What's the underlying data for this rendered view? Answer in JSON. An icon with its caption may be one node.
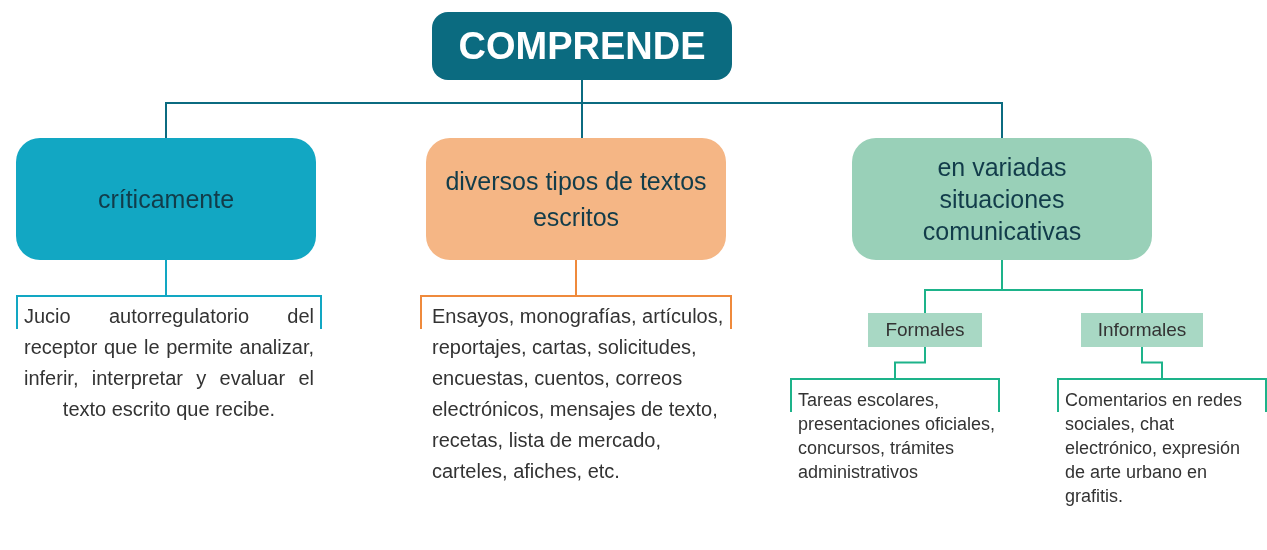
{
  "diagram": {
    "nodes": [
      {
        "text": [
          "COMPRENDE"
        ]
      },
      {
        "text": [
          "críticamente"
        ]
      },
      {
        "text": [
          "diversos tipos de textos escritos"
        ]
      },
      {
        "text": [
          "en variadas situaciones comunicativas"
        ]
      },
      {
        "text": [
          "Jucio autorregulatorio del receptor que le permite analizar, inferir, interpretar y evaluar el texto escrito que recibe."
        ]
      },
      {
        "text": [
          "Ensayos, monografías, artículos, reportajes, cartas, solicitudes, encuestas, cuentos, correos electrónicos, mensajes de texto, recetas, lista de mercado, carteles, afiches, etc."
        ]
      },
      {
        "text": [
          "Formales"
        ]
      },
      {
        "text": [
          "Informales"
        ]
      },
      {
        "text": [
          "Tareas escolares, presentaciones oficiales, concursos, trámites administrativos"
        ]
      },
      {
        "text": [
          "Comentarios en redes sociales, chat electrónico, expresión de arte urbano en grafitis."
        ]
      }
    ],
    "edges": [
      {
        "from": 0,
        "to": 1,
        "arrow": "none",
        "color": "#0b6b80"
      },
      {
        "from": 0,
        "to": 2,
        "arrow": "none",
        "color": "#0b6b80"
      },
      {
        "from": 0,
        "to": 3,
        "arrow": "none",
        "color": "#0b6b80"
      },
      {
        "from": 1,
        "to": 4,
        "arrow": "none",
        "color": "#12a7c3"
      },
      {
        "from": 2,
        "to": 5,
        "arrow": "none",
        "color": "#ef8a3c"
      },
      {
        "from": 3,
        "to": 6,
        "arrow": "none",
        "color": "#1db38a"
      },
      {
        "from": 3,
        "to": 7,
        "arrow": "none",
        "color": "#1db38a"
      },
      {
        "from": 6,
        "to": 8,
        "arrow": "none",
        "color": "#1db38a"
      },
      {
        "from": 7,
        "to": 9,
        "arrow": "none",
        "color": "#1db38a"
      }
    ]
  }
}
